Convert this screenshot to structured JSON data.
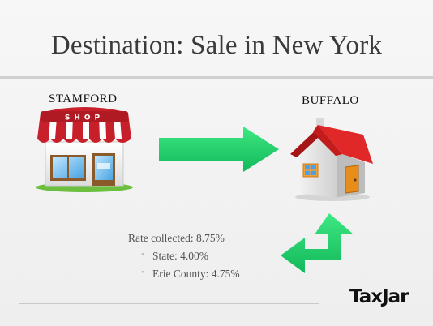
{
  "slide": {
    "title": "Destination: Sale in New York",
    "origin_city": "STAMFORD",
    "destination_city": "BUFFALO",
    "shop_sign": "SHOP",
    "rates": {
      "collected": "Rate collected: 8.75%",
      "items": [
        "State: 4.00%",
        "Erie County: 4.75%"
      ]
    },
    "logo_text": "TaxJar"
  },
  "colors": {
    "arrow_green": "#1fcf6a",
    "awning_red": "#c8202a",
    "roof_red": "#e02828"
  }
}
